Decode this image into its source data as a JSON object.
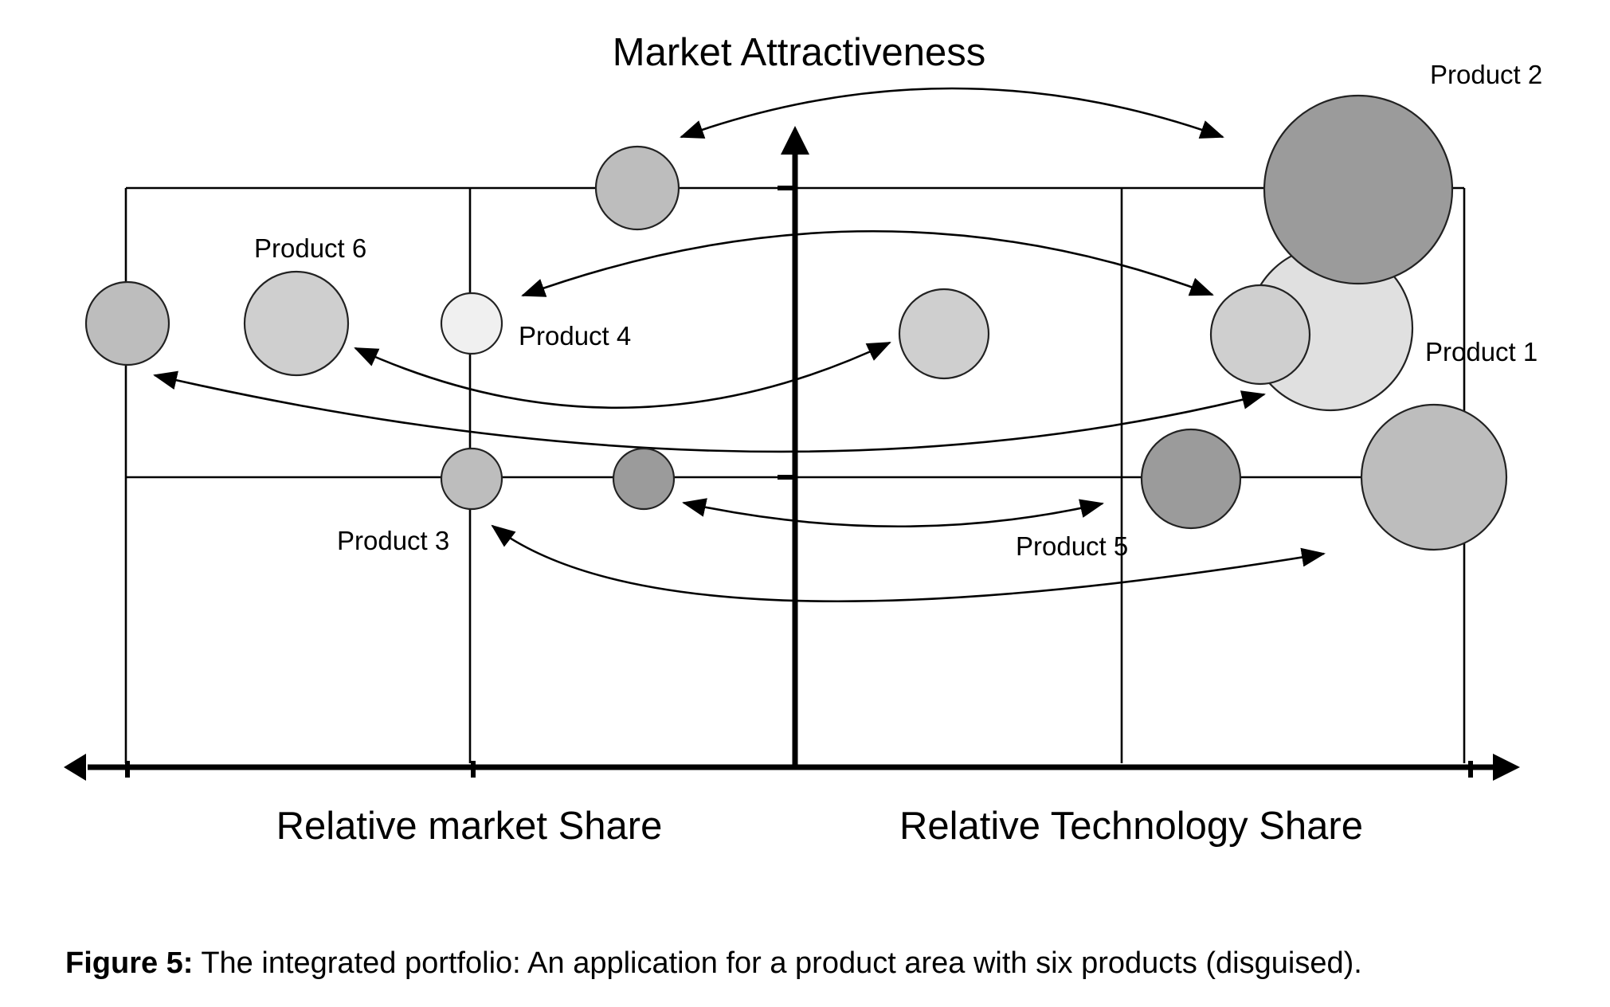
{
  "diagram": {
    "title": "Market Attractiveness",
    "x_axis_left_label": "Relative market Share",
    "x_axis_right_label": "Relative Technology Share",
    "product_labels": {
      "p1": "Product 1",
      "p2": "Product 2",
      "p3": "Product 3",
      "p4": "Product 4",
      "p5": "Product 5",
      "p6": "Product 6"
    },
    "colors": {
      "dark_grey": "#9b9b9b",
      "mid_grey": "#bdbdbd",
      "light_grey": "#cfcfcf",
      "pale_grey": "#e0e0e0",
      "near_white": "#f0f0f0"
    }
  },
  "caption": {
    "label": "Figure 5:",
    "text": " The integrated portfolio: An application for a product area with six products (disguised)."
  }
}
